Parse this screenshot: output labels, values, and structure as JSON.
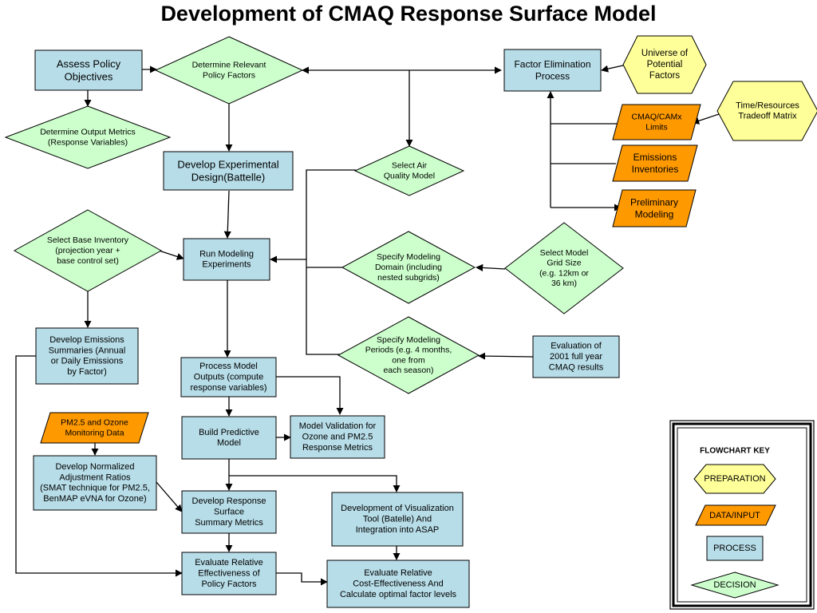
{
  "title": "Development of CMAQ Response Surface Model",
  "colors": {
    "process": "#b7dde8",
    "decision": "#ccffcc",
    "data_input": "#ff9900",
    "preparation": "#ffff99",
    "stroke": "#000000"
  },
  "nodes": {
    "assess_policy": [
      "Assess Policy",
      "Objectives"
    ],
    "determine_factors": [
      "Determine Relevant",
      "Policy Factors"
    ],
    "factor_elimination": [
      "Factor Elimination",
      "Process"
    ],
    "universe": [
      "Universe of",
      "Potential",
      "Factors"
    ],
    "time_resources": [
      "Time/Resources",
      "Tradeoff Matrix"
    ],
    "cmaq_limits": [
      "CMAQ/CAMx",
      "Limits"
    ],
    "emissions_inventories": [
      "Emissions",
      "Inventories"
    ],
    "preliminary_modeling": [
      "Preliminary",
      "Modeling"
    ],
    "output_metrics": [
      "Determine Output Metrics",
      "(Response Variables)"
    ],
    "experimental_design": [
      "Develop Experimental",
      "Design(Battelle)"
    ],
    "select_aq_model": [
      "Select Air",
      "Quality Model"
    ],
    "base_inventory": [
      "Select Base Inventory",
      "(projection year +",
      "base control set)"
    ],
    "run_modeling": [
      "Run Modeling",
      "Experiments"
    ],
    "modeling_domain": [
      "Specify Modeling",
      "Domain (including",
      "nested subgrids)"
    ],
    "grid_size": [
      "Select Model",
      "Grid Size",
      "(e.g. 12km or",
      "36 km)"
    ],
    "emissions_summaries": [
      "Develop Emissions",
      "Summaries (Annual",
      "or Daily Emissions",
      "by Factor)"
    ],
    "modeling_periods": [
      "Specify Modeling",
      "Periods (e.g. 4 months,",
      "one from",
      "each season)"
    ],
    "evaluation_2001": [
      "Evaluation of",
      "2001 full year",
      "CMAQ results"
    ],
    "process_outputs": [
      "Process Model",
      "Outputs (compute",
      "response variables)"
    ],
    "monitoring_data": [
      "PM2.5 and Ozone",
      "Monitoring Data"
    ],
    "build_model": [
      "Build Predictive",
      "Model"
    ],
    "model_validation": [
      "Model Validation for",
      "Ozone and PM2.5",
      "Response Metrics"
    ],
    "adjustment_ratios": [
      "Develop Normalized",
      "Adjustment Ratios",
      "(SMAT technique for PM2.5,",
      "BenMAP eVNA for Ozone)"
    ],
    "response_metrics": [
      "Develop Response",
      "Surface",
      "Summary Metrics"
    ],
    "visualization_tool": [
      "Development of Visualization",
      "Tool (Batelle) And",
      "Integration into ASAP"
    ],
    "relative_effectiveness": [
      "Evaluate Relative",
      "Effectiveness of",
      "Policy Factors"
    ],
    "cost_effectiveness": [
      "Evaluate Relative",
      "Cost-Effectiveness And",
      "Calculate optimal factor levels"
    ]
  },
  "key": {
    "title": "FLOWCHART KEY",
    "preparation": "PREPARATION",
    "data_input": "DATA/INPUT",
    "process": "PROCESS",
    "decision": "DECISION"
  }
}
